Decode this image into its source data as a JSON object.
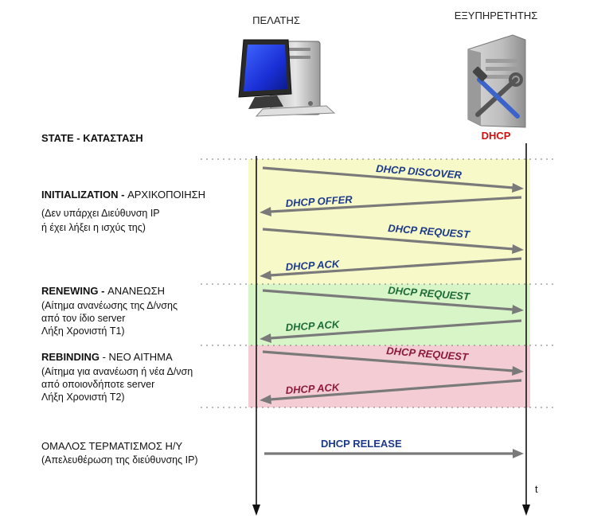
{
  "header": {
    "client_label": "ΠΕΛΑΤΗΣ",
    "server_label": "ΕΞΥΠΗΡΕΤΗΤΗΣ",
    "server_badge": "DHCP",
    "state_label": "STATE - ΚΑΤΑΣΤΑΣΗ",
    "time_label": "t"
  },
  "icons": {
    "client": "desktop-computer-icon",
    "server": "server-with-tools-icon"
  },
  "colors": {
    "init_band": "#f7f9c8",
    "renew_band": "#d8f5c8",
    "rebind_band": "#f4cdd4",
    "init_text": "#1c3a8c",
    "renew_text": "#1e6b3a",
    "rebind_text": "#8b1a3c",
    "release_text": "#1c3a8c",
    "arrow": "#7a7a7a",
    "badge": "#cc1111"
  },
  "phases": [
    {
      "key": "init",
      "title_bold": "INITIALIZATION - ",
      "title_normal": "ΑΡΧΙΚΟΠΟΙΗΣΗ",
      "desc": [
        "(Δεν υπάρχει Διεύθυνση IP",
        "ή έχει λήξει η ισχύς της)"
      ],
      "messages": [
        {
          "label": "DHCP DISCOVER",
          "dir": "right"
        },
        {
          "label": "DHCP OFFER",
          "dir": "left"
        },
        {
          "label": "DHCP REQUEST",
          "dir": "right"
        },
        {
          "label": "DHCP ACK",
          "dir": "left"
        }
      ]
    },
    {
      "key": "renew",
      "title_bold": "RENEWING - ",
      "title_normal": "ΑΝΑΝΕΩΣΗ",
      "desc": [
        "(Αίτημα ανανέωσης της Δ/νσης",
        "από τον ίδιο server",
        "Λήξη Χρονιστή T1)"
      ],
      "messages": [
        {
          "label": "DHCP REQUEST",
          "dir": "right"
        },
        {
          "label": "DHCP ACK",
          "dir": "left"
        }
      ]
    },
    {
      "key": "rebind",
      "title_bold": "REBINDING",
      "title_normal": " - ΝΕΟ ΑΙΤΗΜΑ",
      "desc": [
        "(Αίτημα για ανανέωση ή νέα Δ/νση",
        "από οποιονδήποτε server",
        "Λήξη Χρονιστή T2)"
      ],
      "messages": [
        {
          "label": "DHCP REQUEST",
          "dir": "right"
        },
        {
          "label": "DHCP ACK",
          "dir": "left"
        }
      ]
    }
  ],
  "release": {
    "title": "ΟΜΑΛΟΣ ΤΕΡΜΑΤΙΣΜΟΣ Η/Υ",
    "desc": "(Απελευθέρωση της διεύθυνσης IP)",
    "message": "DHCP RELEASE"
  }
}
